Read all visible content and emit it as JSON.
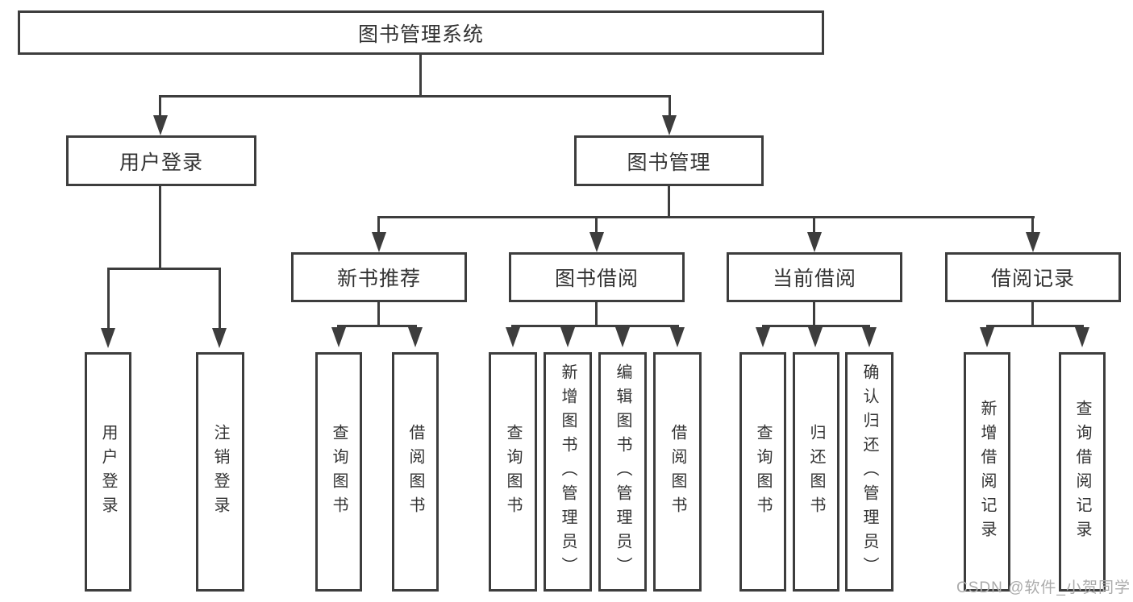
{
  "diagram_type": "hierarchy-tree",
  "colors": {
    "line": "#3d3d3d",
    "text": "#333333",
    "watermark": "#ababab",
    "background": "#ffffff"
  },
  "watermark": "CSDN @软件_小贺同学",
  "tree": {
    "root": "图书管理系统",
    "branches": [
      {
        "label": "用户登录",
        "children": [
          "用户登录",
          "注销登录"
        ]
      },
      {
        "label": "图书管理",
        "children": [
          {
            "label": "新书推荐",
            "children": [
              "查询图书",
              "借阅图书"
            ]
          },
          {
            "label": "图书借阅",
            "children": [
              "查询图书",
              "新增图书（管理员）",
              "编辑图书（管理员）",
              "借阅图书"
            ]
          },
          {
            "label": "当前借阅",
            "children": [
              "查询图书",
              "归还图书",
              "确认归还（管理员）"
            ]
          },
          {
            "label": "借阅记录",
            "children": [
              "新增借阅记录",
              "查询借阅记录"
            ]
          }
        ]
      }
    ]
  }
}
